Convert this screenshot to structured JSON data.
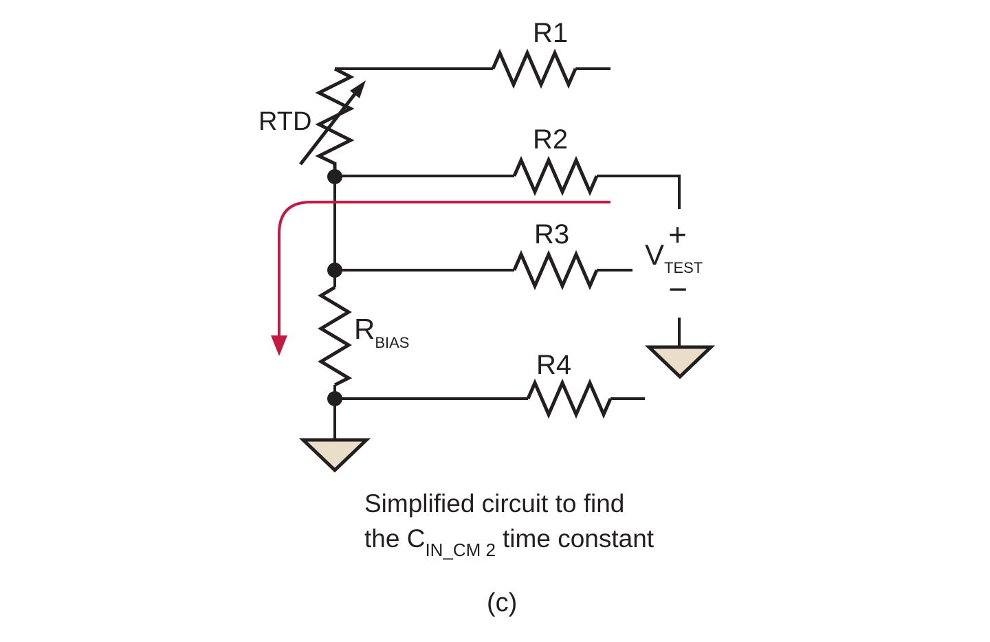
{
  "labels": {
    "r1": "R1",
    "r2": "R2",
    "r3": "R3",
    "r4": "R4",
    "rtd": "RTD",
    "rbias_base": "R",
    "rbias_sub": "BIAS",
    "vtest_plus": "+",
    "vtest_base": "V",
    "vtest_sub": "TEST",
    "vtest_minus": "−"
  },
  "caption": {
    "line1": "Simplified circuit to find",
    "line2_pre": "the C",
    "line2_sub": "IN_CM 2",
    "line2_post": "time constant"
  },
  "figure_label": "(c)",
  "icons": {
    "resistors": [
      "resistor-r1",
      "resistor-r2",
      "resistor-r3",
      "resistor-r4",
      "resistor-rbias"
    ],
    "variable_resistor": "rtd-variable-resistor",
    "grounds": [
      "ground-symbol-left",
      "ground-symbol-right"
    ],
    "current_arrow": "current-direction-arrow"
  },
  "colors": {
    "wire": "#231f20",
    "current_arrow": "#c31a44",
    "ground_fill": "#e9dfc9"
  }
}
